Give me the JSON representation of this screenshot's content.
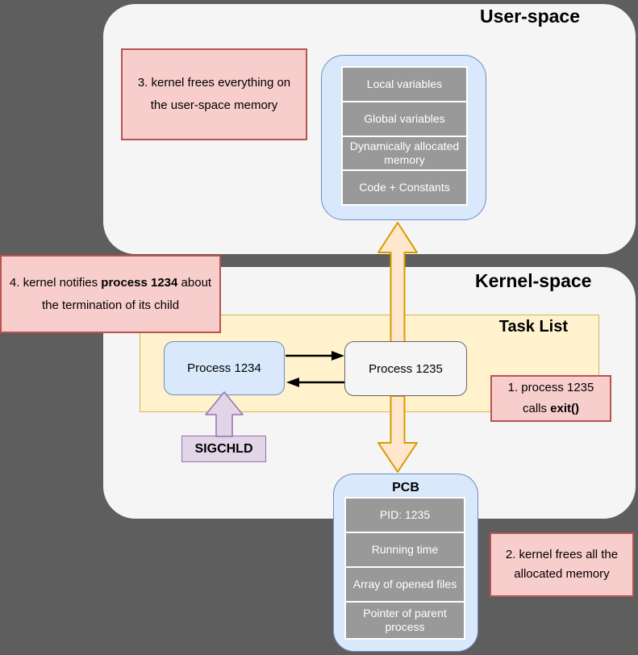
{
  "colors": {
    "background": "#5e5e5e",
    "region_fill": "#f5f5f5",
    "note_fill": "#f8cecc",
    "note_border": "#b85450",
    "tasklist_fill": "#fff2cc",
    "tasklist_border": "#d6b656",
    "blue_fill": "#dae8fc",
    "blue_border": "#6c8ebf",
    "gray_row_fill": "#999999",
    "gray_box_border": "#666666",
    "purple_fill": "#e1d5e7",
    "purple_border": "#9673a6",
    "orange_arrow_fill": "#ffe6cc",
    "orange_arrow_border": "#d79b00",
    "black": "#000000"
  },
  "user_space": {
    "title": "User-space",
    "memory_box": {
      "rows": [
        "Local variables",
        "Global variables",
        "Dynamically allocated memory",
        "Code + Constants"
      ]
    },
    "note3": {
      "line1": "3. kernel frees everything on",
      "line2": "the user-space memory"
    }
  },
  "kernel_space": {
    "title": "Kernel-space",
    "task_list": {
      "title": "Task List",
      "process_parent": "Process 1234",
      "process_child": "Process 1235"
    },
    "sigchld_label": "SIGCHLD",
    "note4": {
      "line1_prefix": "4. kernel notifies ",
      "line1_bold": "process 1234",
      "line1_suffix": " about",
      "line2": "the termination of its child"
    },
    "note1": {
      "line1": "1. process 1235",
      "line2_prefix": "calls ",
      "line2_bold": "exit()"
    },
    "pcb": {
      "title": "PCB",
      "rows": [
        "PID: 1235",
        "Running time",
        "Array of opened files",
        "Pointer of parent process"
      ]
    },
    "note2": {
      "line1": "2. kernel frees all the",
      "line2": "allocated memory"
    }
  }
}
